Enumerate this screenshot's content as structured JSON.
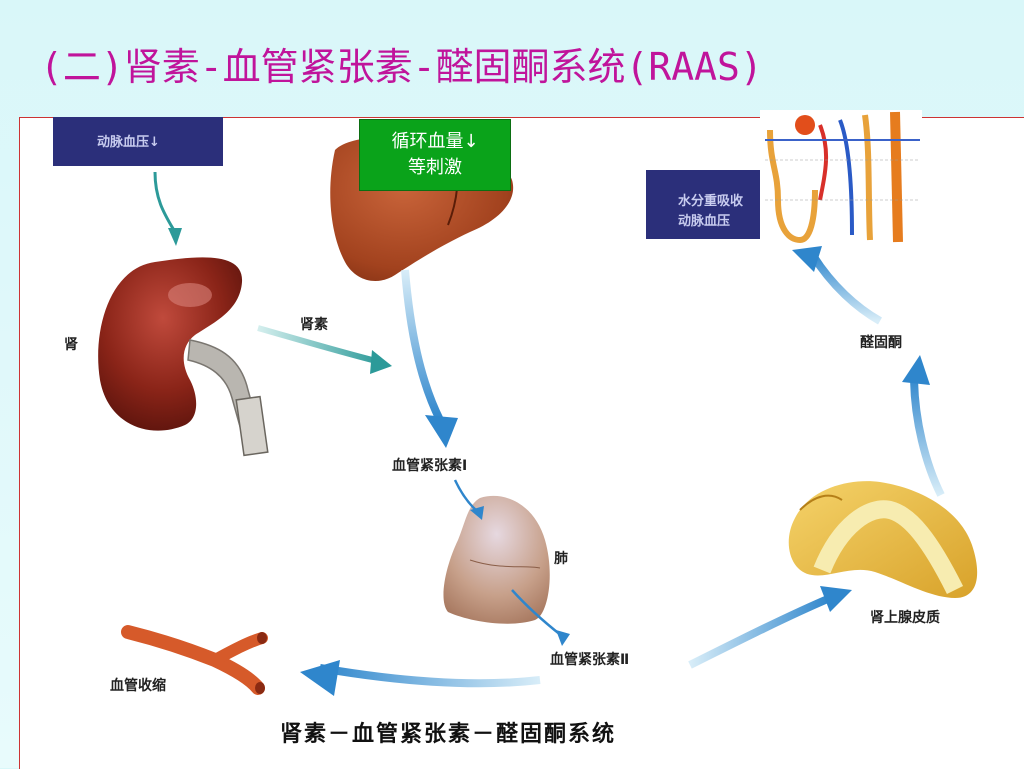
{
  "slide": {
    "title": "(二)肾素-血管紧张素-醛固酮系统(RAAS)"
  },
  "diagram": {
    "top_left_box": "动脉血压↓",
    "trigger_box": [
      "循环血量↓",
      "等刺激"
    ],
    "top_right_box": [
      "水分重吸收",
      "动脉血压"
    ],
    "labels": {
      "kidney": "肾",
      "renin": "肾素",
      "angiotensin1": "血管紧张素Ⅰ",
      "lung": "肺",
      "angiotensin2": "血管紧张素Ⅱ",
      "vasoconstriction": "血管收缩",
      "adrenal_cortex": "肾上腺皮质",
      "aldosterone": "醛固酮"
    },
    "caption": "肾素－血管紧张素－醛固酮系统"
  },
  "colors": {
    "title": "#c0149b",
    "navy_box": "#2b2f7a",
    "trigger_box": "#0aa31a",
    "arrow": "#3a8fd0"
  }
}
